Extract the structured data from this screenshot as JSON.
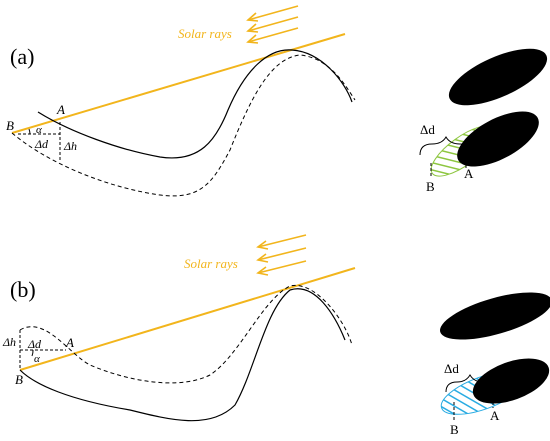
{
  "panels": [
    {
      "label": "(a)",
      "rays_label": "Solar rays",
      "point_a": "A",
      "point_b": "B",
      "delta_d": "Δd",
      "delta_h": "Δh",
      "alpha": "α",
      "shadow_delta_d": "Δd",
      "shadow_a": "A",
      "shadow_b": "B",
      "hatch_color": "#8dc63f"
    },
    {
      "label": "(b)",
      "rays_label": "Solar rays",
      "point_a": "A",
      "point_b": "B",
      "delta_d": "Δd",
      "delta_h": "Δh",
      "alpha": "α",
      "shadow_delta_d": "Δd",
      "shadow_a": "A",
      "shadow_b": "B",
      "hatch_color": "#29abe2"
    }
  ],
  "colors": {
    "solar": "#f2b51c",
    "ink": "#000000"
  }
}
